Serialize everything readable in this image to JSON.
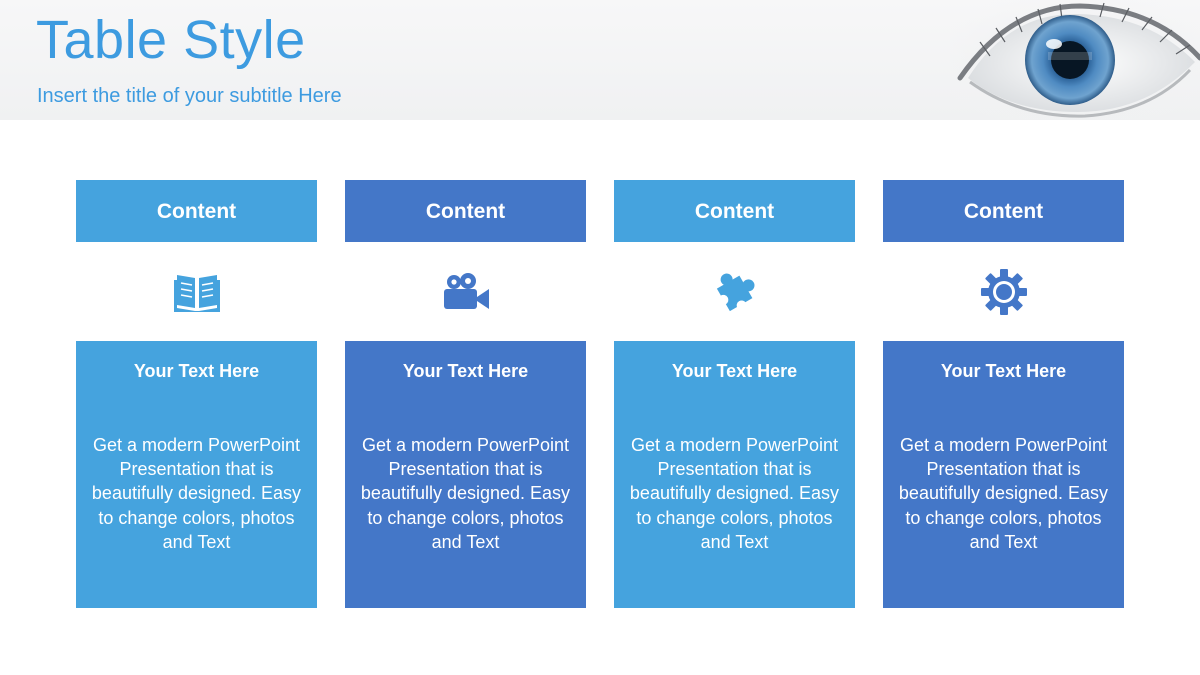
{
  "slide": {
    "title": "Table Style",
    "subtitle": "Insert the title of your subtitle Here"
  },
  "colors": {
    "title": "#3d9be0",
    "light_blue": "#45a3de",
    "dark_blue": "#4477c8"
  },
  "cards": [
    {
      "header": "Content",
      "icon": "book-icon",
      "heading": "Your Text Here",
      "text": "Get a modern PowerPoint Presentation that is beautifully designed. Easy to change colors, photos and Text"
    },
    {
      "header": "Content",
      "icon": "video-camera-icon",
      "heading": "Your Text Here",
      "text": "Get a modern PowerPoint Presentation that is beautifully designed. Easy to change colors, photos and Text"
    },
    {
      "header": "Content",
      "icon": "puzzle-piece-icon",
      "heading": "Your Text Here",
      "text": "Get a modern PowerPoint Presentation that is beautifully designed. Easy to change colors, photos and Text"
    },
    {
      "header": "Content",
      "icon": "gear-icon",
      "heading": "Your Text Here",
      "text": "Get a modern PowerPoint Presentation that is beautifully designed. Easy to change colors, photos and Text"
    }
  ]
}
